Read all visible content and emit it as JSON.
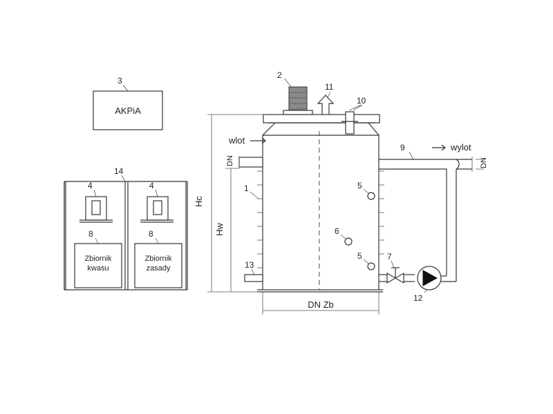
{
  "labels": {
    "akpia": "AKPiA",
    "wlot": "wlot",
    "wylot": "wylot",
    "dn_inlet": "DN",
    "dn_outlet": "DN",
    "hc": "Hc",
    "hw": "Hw",
    "dn_zb": "DN Zb",
    "tank_acid_line1": "Zbiornik",
    "tank_acid_line2": "kwasu",
    "tank_base_line1": "Zbiornik",
    "tank_base_line2": "zasady"
  },
  "numbers": {
    "n1": "1",
    "n2": "2",
    "n3": "3",
    "n4a": "4",
    "n4b": "4",
    "n5a": "5",
    "n5b": "5",
    "n6": "6",
    "n7": "7",
    "n8a": "8",
    "n8b": "8",
    "n9": "9",
    "n10": "10",
    "n11": "11",
    "n12": "12",
    "n13": "13",
    "n14": "14"
  }
}
